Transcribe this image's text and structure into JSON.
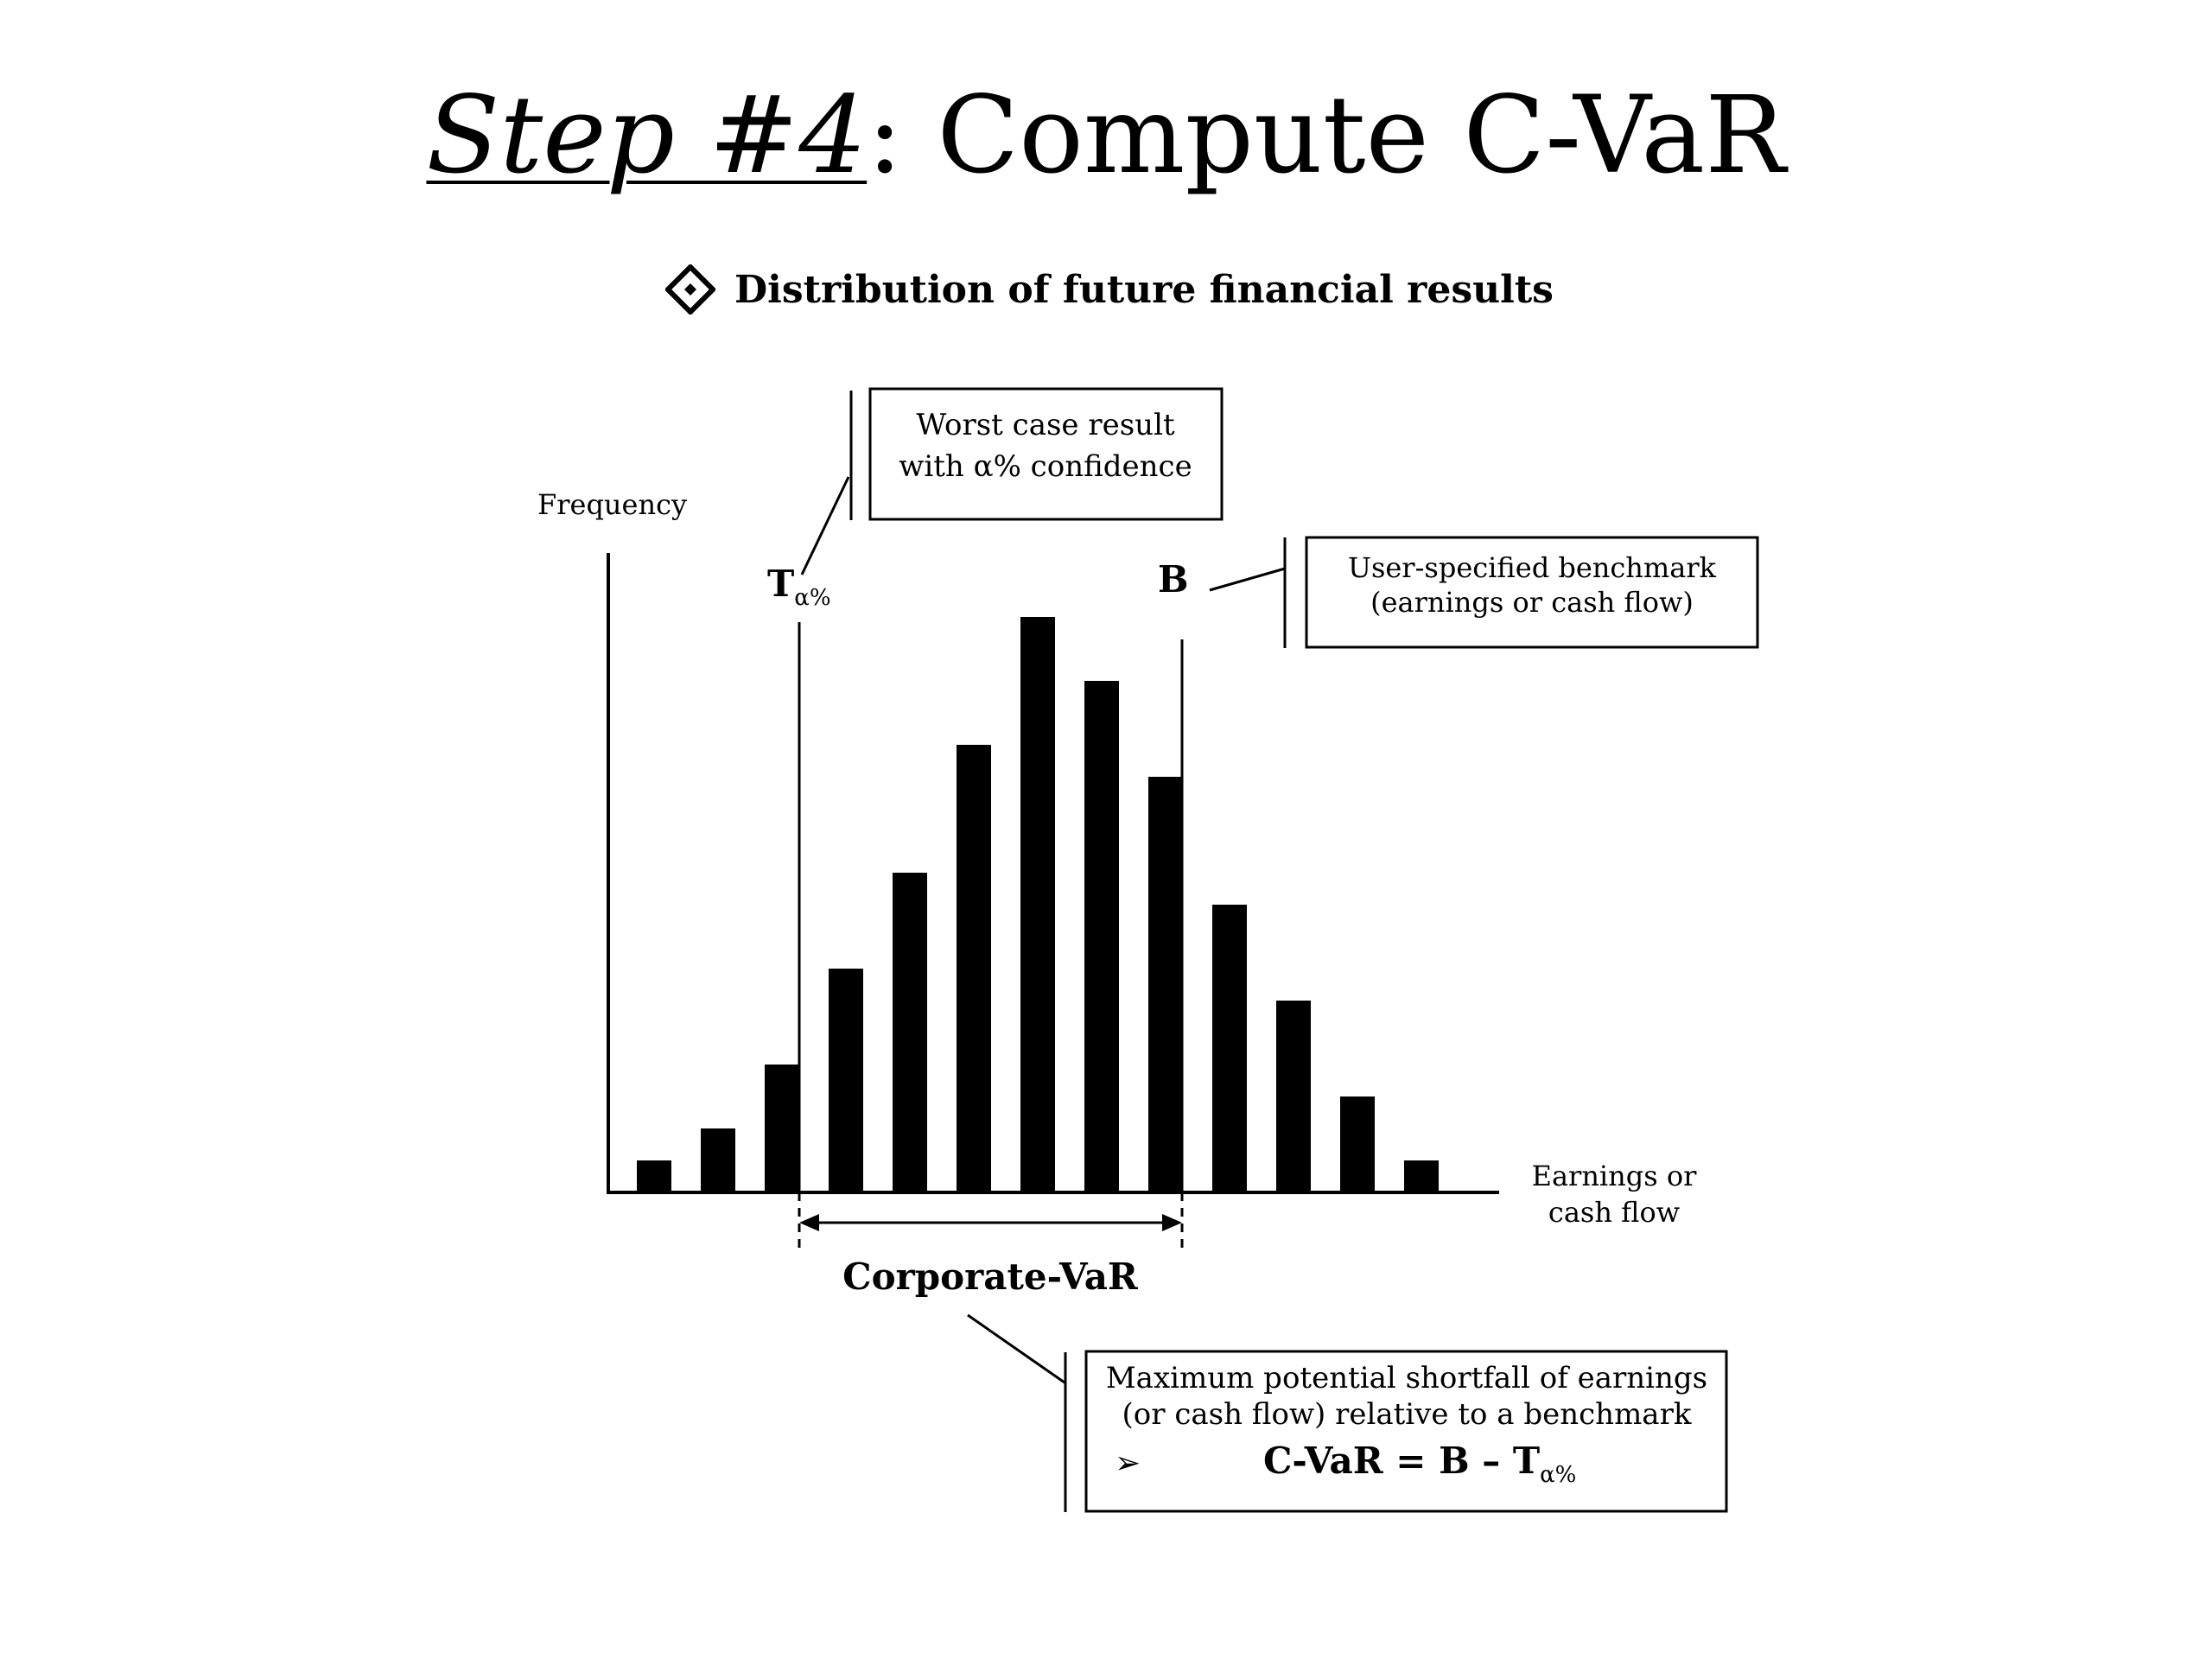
{
  "slide": {
    "title_step": "Step #4",
    "title_rest": ": Compute C-VaR",
    "subtitle": "Distribution of future financial results"
  },
  "diagram": {
    "y_axis_label": "Frequency",
    "x_axis_label_line1": "Earnings or",
    "x_axis_label_line2": "cash flow",
    "threshold_label": "T",
    "threshold_subscript": "α%",
    "benchmark_label": "B",
    "var_label": "Corporate-VaR",
    "callout_worst_line1": "Worst case result",
    "callout_worst_line2": "with α% confidence",
    "callout_benchmark_line1": "User-specified benchmark",
    "callout_benchmark_line2": "(earnings or cash flow)",
    "callout_shortfall_line1": "Maximum potential shortfall of earnings",
    "callout_shortfall_line2": "(or cash flow) relative to a benchmark",
    "formula_bullet": "➢",
    "formula_main": "C-VaR = B – T",
    "formula_subscript": "α%"
  },
  "chart_data": {
    "type": "bar",
    "xlabel": "Earnings or cash flow",
    "ylabel": "Frequency",
    "values": [
      1,
      2,
      4,
      7,
      10,
      14,
      18,
      16,
      13,
      9,
      6,
      3,
      1
    ],
    "threshold_after_bar": 3,
    "benchmark_after_bar": 9
  }
}
